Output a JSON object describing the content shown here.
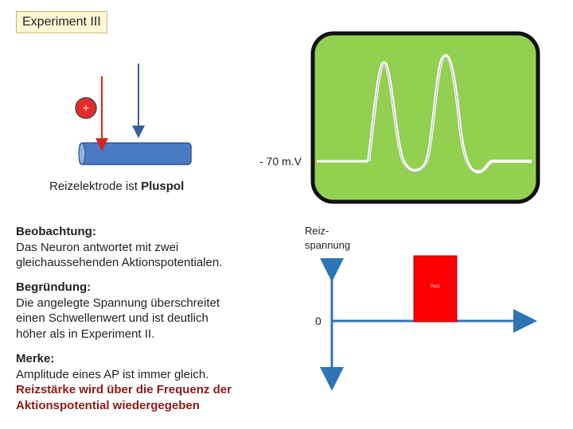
{
  "title": "Experiment III",
  "electrode": {
    "symbol": "+"
  },
  "oscilloscope": {
    "baseline_label": "- 70 m.V",
    "peaks": 2
  },
  "stimulus_caption": {
    "prefix": "Reizelektrode ist ",
    "emphasis": "Pluspol"
  },
  "stimulus_plot": {
    "y_label_line1": "Reiz-",
    "y_label_line2": "spannung",
    "zero_label": "0",
    "pulse_text": "Reiz"
  },
  "observation": {
    "heading": "Beobachtung:",
    "line1": "Das Neuron antwortet mit zwei",
    "line2": "gleichaussehenden Aktionspotentialen."
  },
  "reason": {
    "heading": "Begründung:",
    "line1": "Die angelegte Spannung überschreitet",
    "line2": "einen Schwellenwert und ist deutlich",
    "line3": "höher als in Experiment II."
  },
  "note": {
    "heading": "Merke:",
    "line1": "Amplitude eines AP ist immer gleich.",
    "line2": "Reizstärke wird über die Frequenz der",
    "line3": "Aktionspotential wiedergegeben"
  },
  "colors": {
    "screen_fill": "#92d050",
    "screen_border": "#111111",
    "axon": "#4a7cc4",
    "stim_electrode": "#e02020",
    "record_electrode": "#3a5f9e",
    "pulse": "#ff0000",
    "axis": "#2e75b6",
    "title_box": "#fdf7d3"
  }
}
